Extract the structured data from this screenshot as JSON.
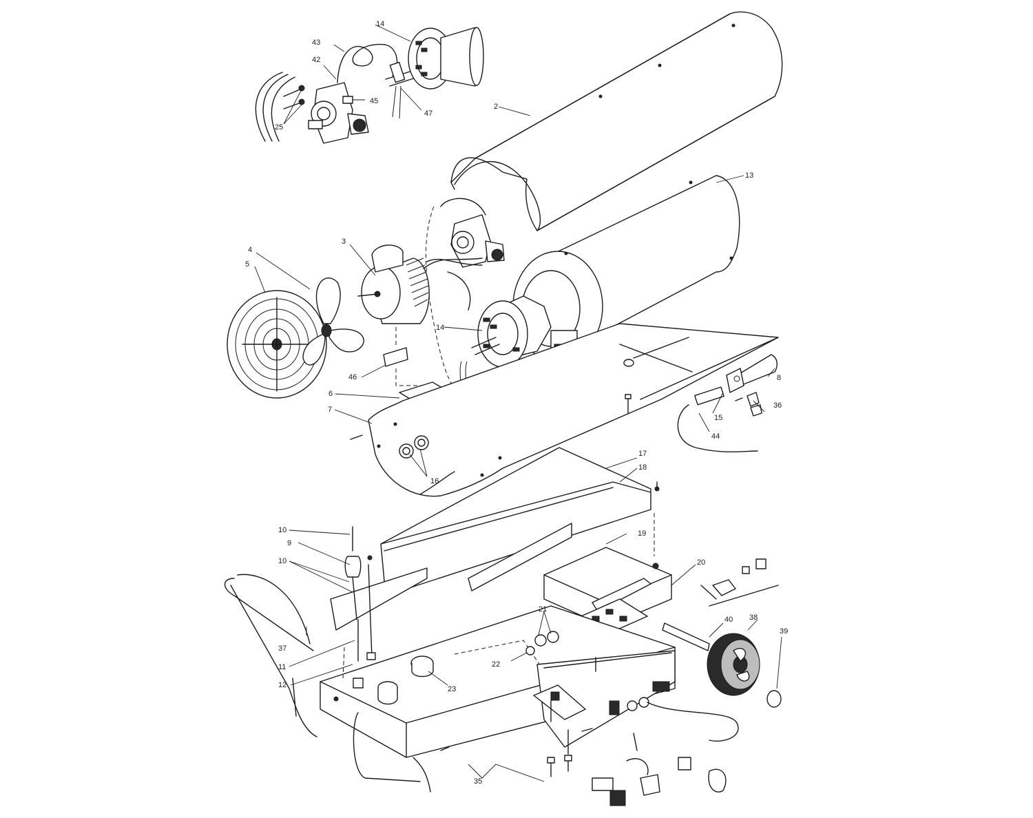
{
  "callouts": [
    {
      "id": "c2",
      "text": "2"
    },
    {
      "id": "c3",
      "text": "3"
    },
    {
      "id": "c4",
      "text": "4"
    },
    {
      "id": "c5",
      "text": "5"
    },
    {
      "id": "c6",
      "text": "6"
    },
    {
      "id": "c7",
      "text": "7"
    },
    {
      "id": "c8",
      "text": "8"
    },
    {
      "id": "c9",
      "text": "9"
    },
    {
      "id": "c10a",
      "text": "10"
    },
    {
      "id": "c10b",
      "text": "10"
    },
    {
      "id": "c11",
      "text": "11"
    },
    {
      "id": "c12",
      "text": "12"
    },
    {
      "id": "c13",
      "text": "13"
    },
    {
      "id": "c14a",
      "text": "14"
    },
    {
      "id": "c14b",
      "text": "14"
    },
    {
      "id": "c15",
      "text": "15"
    },
    {
      "id": "c16",
      "text": "16"
    },
    {
      "id": "c17",
      "text": "17"
    },
    {
      "id": "c18",
      "text": "18"
    },
    {
      "id": "c19",
      "text": "19"
    },
    {
      "id": "c20",
      "text": "20"
    },
    {
      "id": "c21",
      "text": "21"
    },
    {
      "id": "c22",
      "text": "22"
    },
    {
      "id": "c23",
      "text": "23"
    },
    {
      "id": "c25",
      "text": "25"
    },
    {
      "id": "c35",
      "text": "35"
    },
    {
      "id": "c36",
      "text": "36"
    },
    {
      "id": "c37",
      "text": "37"
    },
    {
      "id": "c38",
      "text": "38"
    },
    {
      "id": "c39",
      "text": "39"
    },
    {
      "id": "c40",
      "text": "40"
    },
    {
      "id": "c42",
      "text": "42"
    },
    {
      "id": "c43",
      "text": "43"
    },
    {
      "id": "c44",
      "text": "44"
    },
    {
      "id": "c45",
      "text": "45"
    },
    {
      "id": "c46",
      "text": "46"
    },
    {
      "id": "c47",
      "text": "47"
    }
  ]
}
